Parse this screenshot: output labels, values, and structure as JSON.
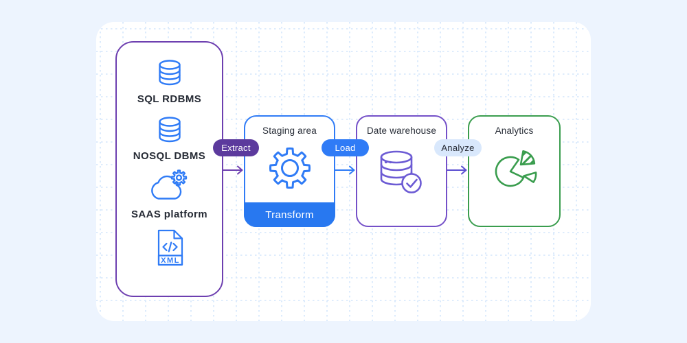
{
  "palette": {
    "page_bg": "#EDF4FE",
    "card_bg": "#FFFFFF",
    "grid": "#D9E9FC",
    "blue": "#2F7BF6",
    "purple_badge": "#5C3A9D",
    "purple_border": "#6D3FB0",
    "purple_mid": "#7450C8",
    "indigo": "#5B4FD1",
    "violet_icon": "#6C5BD4",
    "green": "#3A9D4E",
    "text_dark": "#262B35",
    "analyze_bg": "#D9E8FC",
    "transform_bg": "#2878F0"
  },
  "sources": {
    "items": [
      {
        "icon": "database-icon",
        "label": "SQL RDBMS"
      },
      {
        "icon": "database-icon",
        "label": "NOSQL DBMS"
      },
      {
        "icon": "cloud-gear-icon",
        "label": "SAAS platform"
      },
      {
        "icon": "xml-file-icon",
        "label": "XML"
      }
    ]
  },
  "stages": [
    {
      "title": "Staging area",
      "banner": "Transform",
      "icon": "gear-icon"
    },
    {
      "title": "Date warehouse",
      "icon": "database-check-icon"
    },
    {
      "title": "Analytics",
      "icon": "pie-chart-icon"
    }
  ],
  "connectors": [
    {
      "label": "Extract"
    },
    {
      "label": "Load"
    },
    {
      "label": "Analyze"
    }
  ]
}
